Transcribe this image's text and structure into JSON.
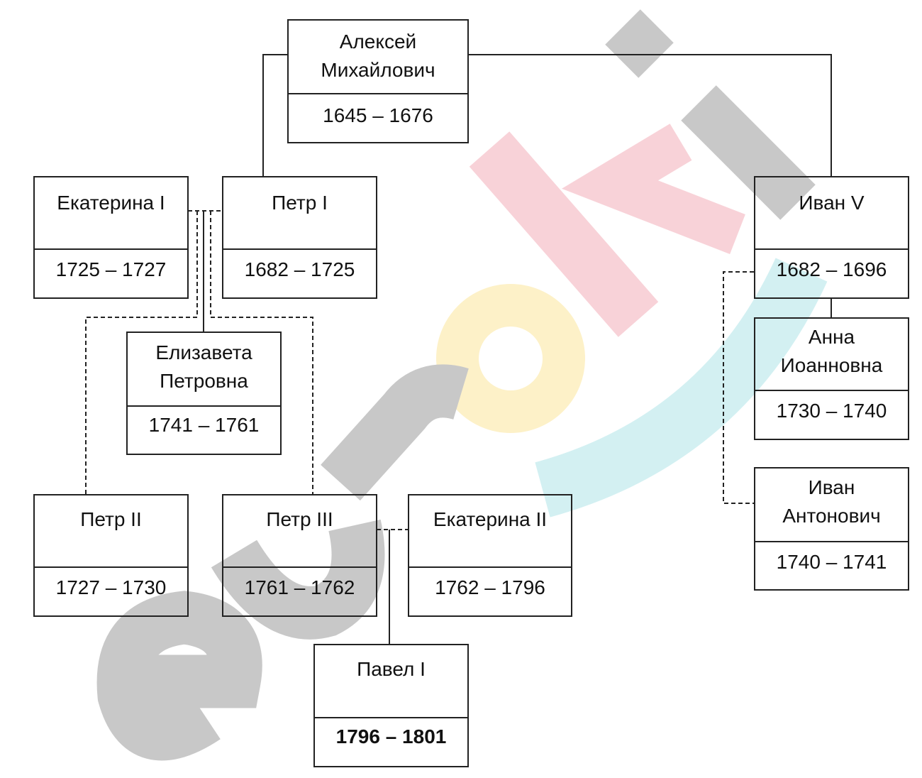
{
  "diagram": {
    "boxes": [
      {
        "id": "aleksey",
        "name": "Алексей\nМихайлович",
        "dates": "1645 – 1676"
      },
      {
        "id": "ekaterina1",
        "name": "Екатерина I",
        "dates": "1725 – 1727"
      },
      {
        "id": "petr1",
        "name": "Петр I",
        "dates": "1682 – 1725"
      },
      {
        "id": "ivan5",
        "name": "Иван V",
        "dates": "1682 – 1696"
      },
      {
        "id": "elizaveta",
        "name": "Елизавета\nПетровна",
        "dates": "1741 – 1761"
      },
      {
        "id": "anna",
        "name": "Анна\nИоанновна",
        "dates": "1730 – 1740"
      },
      {
        "id": "petr2",
        "name": "Петр II",
        "dates": "1727 – 1730"
      },
      {
        "id": "petr3",
        "name": "Петр III",
        "dates": "1761 – 1762"
      },
      {
        "id": "ekaterina2",
        "name": "Екатерина II",
        "dates": "1762 – 1796"
      },
      {
        "id": "ivan6",
        "name": "Иван\nАнтонович",
        "dates": "1740 – 1741"
      },
      {
        "id": "pavel1",
        "name": "Павел I",
        "dates": "1796 – 1801"
      }
    ]
  },
  "watermark": {
    "colors": {
      "grey": "#c8c8c8",
      "pink": "#f8d2d8",
      "yellow": "#fdf1c8",
      "cyan": "#d3f0f2"
    }
  }
}
